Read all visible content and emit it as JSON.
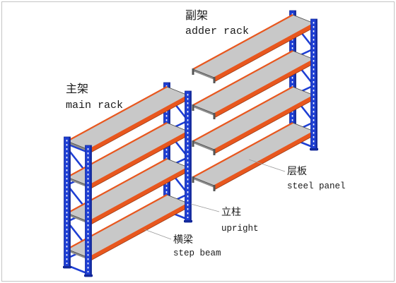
{
  "labels": {
    "adder_rack": {
      "zh": "副架",
      "en": "adder rack"
    },
    "main_rack": {
      "zh": "主架",
      "en": "main rack"
    },
    "steel_panel": {
      "zh": "层板",
      "en": "steel panel"
    },
    "upright": {
      "zh": "立柱",
      "en": "upright"
    },
    "step_beam": {
      "zh": "横梁",
      "en": "step beam"
    }
  },
  "colors": {
    "upright": "#1e3fd4",
    "upright_side": "#12289a",
    "beam": "#e8571e",
    "beam_edge": "#8a2f0c",
    "panel": "#c8c8c8",
    "panel_edge": "#4a4a4a",
    "hook": "#555555",
    "leader": "#9a9a9a",
    "frame": "#c4c4c4"
  }
}
